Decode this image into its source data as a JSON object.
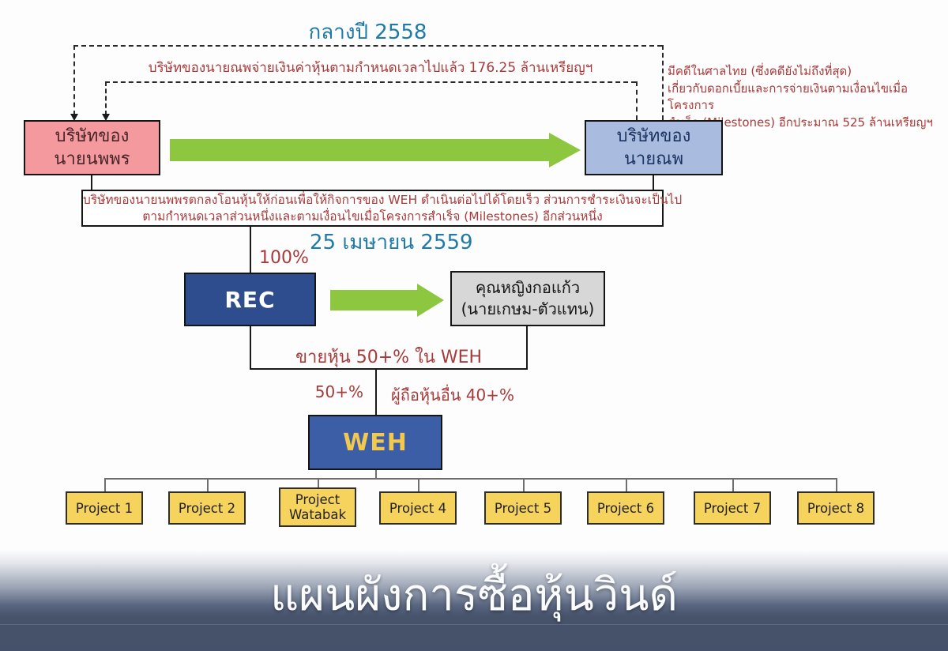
{
  "banner": {
    "title": "แผนผังการซื้อหุ้นวินด์"
  },
  "timeline": {
    "mid_2558": "กลางปี 2558",
    "date_2559": "25 เมษายน 2559"
  },
  "annotations": {
    "payment_note": "บริษัทของนายณพจ่ายเงินค่าหุ้นตามกำหนดเวลาไปแล้ว 176.25 ล้านเหรียญฯ",
    "court_note": "มีคดีในศาลไทย (ซึ่งคดียังไม่ถึงที่สุด)\nเกี่ยวกับดอกเบี้ยและการจ่ายเงินตามเงื่อนไขเมื่อโครงการ\nสำเร็จ (Milestones) อีกประมาณ 525 ล้านเหรียญฯ",
    "agreement_line1": "บริษัทของนายนพพรตกลงโอนหุ้นให้ก่อนเพื่อให้กิจการของ WEH ดำเนินต่อไปได้โดยเร็ว ส่วนการชำระเงินจะเป็นไป",
    "agreement_line2": "ตามกำหนดเวลาส่วนหนึ่งและตามเงื่อนไขเมื่อโครงการสำเร็จ (Milestones) อีกส่วนหนึ่ง",
    "sell_note": "ขายหุ้น 50+% ใน WEH",
    "pct_100": "100%",
    "pct_50": "50+%",
    "other_holders": "ผู้ถือหุ้นอื่น 40+%"
  },
  "nodes": {
    "nopporn_company": {
      "line1": "บริษัทของ",
      "line2": "นายนพพร"
    },
    "nop_company": {
      "line1": "บริษัทของ",
      "line2": "นายณพ"
    },
    "rec": "REC",
    "khunying": {
      "line1": "คุณหญิงกอแก้ว",
      "line2": "(นายเกษม-ตัวแทน)"
    },
    "weh": "WEH",
    "projects": [
      "Project 1",
      "Project 2",
      "Project Watabak",
      "Project 4",
      "Project 5",
      "Project 6",
      "Project 7",
      "Project 8"
    ]
  },
  "colors": {
    "red_text": "#a93a3a",
    "teal_text": "#1f7aa9",
    "green_arrow": "#8dc63f",
    "pink_box": "#f4999d",
    "light_blue_box": "#a9bce0",
    "dark_blue_box": "#2e4d8f",
    "weh_box": "#3c5ea6",
    "weh_text": "#f2c94c",
    "grey_box": "#d7d7d7",
    "project_yellow": "#f6d35c",
    "banner_dark": "#45516a"
  }
}
